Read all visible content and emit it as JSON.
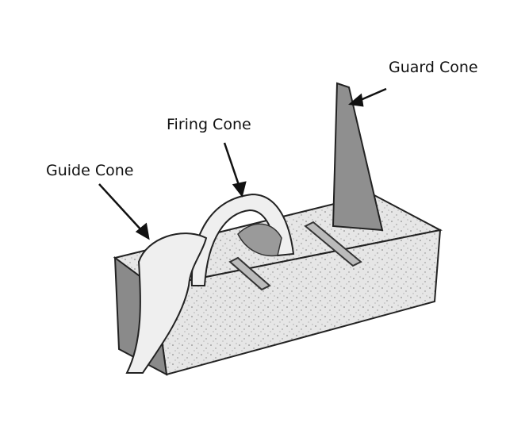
{
  "labels": {
    "guard_cone": "Guard Cone",
    "firing_cone": "Firing Cone",
    "guide_cone": "Guide Cone"
  },
  "colors": {
    "brick": "#e4e4e4",
    "brick_front": "#d6d6d6",
    "brick_end": "#8a8a8a",
    "cone_guard": "#8f8f8f",
    "cone_light": "#efefef",
    "ink": "#111111"
  }
}
